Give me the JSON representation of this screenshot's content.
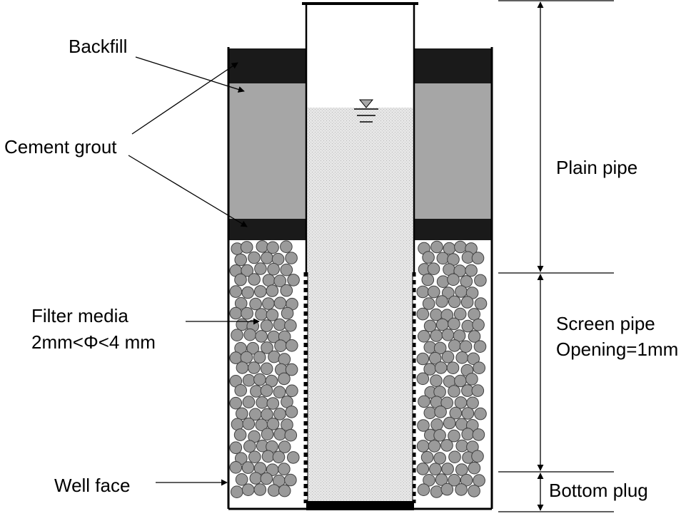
{
  "labels": {
    "backfill": "Backfill",
    "cement_grout": "Cement grout",
    "filter_media_line1": "Filter media",
    "filter_media_line2": "2mm<Φ<4 mm",
    "well_face": "Well face",
    "plain_pipe": "Plain pipe",
    "screen_pipe_line1": "Screen pipe",
    "screen_pipe_line2": "Opening=1mm",
    "bottom_plug": "Bottom plug"
  },
  "colors": {
    "backfill": "#1a1a1a",
    "cement_grout": "#a6a6a6",
    "water": "#e4e4e4",
    "gravel_fill": "#9a9a9a",
    "gravel_stroke": "#404040",
    "line": "#000000"
  },
  "icons": [
    "water-level-icon"
  ]
}
